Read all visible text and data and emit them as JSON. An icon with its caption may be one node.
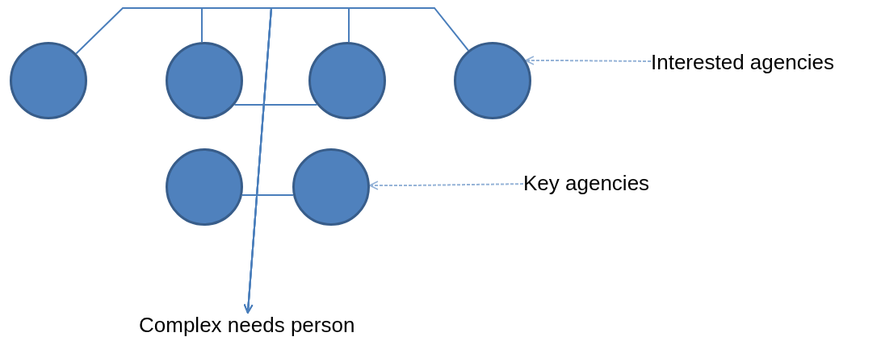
{
  "diagram": {
    "nodes": [
      {
        "text": [],
        "shape": "circle"
      },
      {
        "text": [],
        "shape": "circle"
      },
      {
        "text": [],
        "shape": "circle"
      },
      {
        "text": [],
        "shape": "circle"
      },
      {
        "text": [
          "Interested agencies"
        ]
      },
      {
        "text": [],
        "shape": "circle"
      },
      {
        "text": [],
        "shape": "circle"
      },
      {
        "text": [
          "Key agencies"
        ]
      },
      {
        "text": [
          "Complex needs person"
        ]
      }
    ],
    "edges": [
      {
        "from": 0,
        "to": 8,
        "arrow": "to"
      },
      {
        "from": 1,
        "to": 8,
        "arrow": "to"
      },
      {
        "from": 2,
        "to": 8,
        "arrow": "to"
      },
      {
        "from": 3,
        "to": 8,
        "arrow": "to"
      },
      {
        "from": 1,
        "to": 2,
        "arrow": "none"
      },
      {
        "from": 5,
        "to": 6,
        "arrow": "none"
      },
      {
        "from": 4,
        "to": 3,
        "arrow": "to",
        "style": "dashed",
        "color": "#95b3d7"
      },
      {
        "from": 7,
        "to": 6,
        "arrow": "to",
        "style": "dashed",
        "color": "#95b3d7"
      }
    ]
  }
}
